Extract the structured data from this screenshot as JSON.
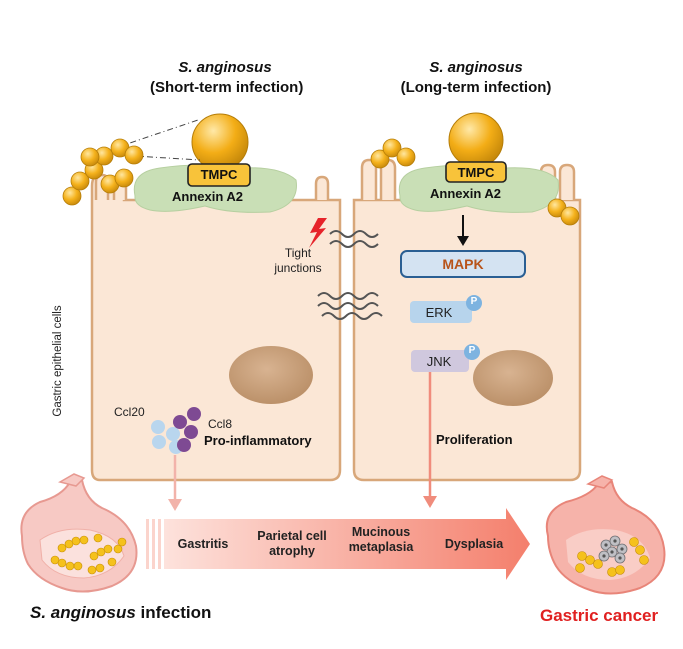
{
  "left_panel": {
    "title_species": "S. anginosus",
    "title_condition": "(Short-term infection)",
    "tmpc_label": "TMPC",
    "annexin_label": "Annexin A2",
    "chemokine_1": "Ccl20",
    "chemokine_2": "Ccl8",
    "effect_label": "Pro-inflammatory"
  },
  "right_panel": {
    "title_species": "S. anginosus",
    "title_condition": "(Long-term infection)",
    "tmpc_label": "TMPC",
    "annexin_label": "Annexin A2",
    "mapk_label": "MAPK",
    "erk_label": "ERK",
    "jnk_label": "JNK",
    "phospho_label": "P",
    "effect_label": "Proliferation"
  },
  "junction_label": "Tight junctions",
  "side_label": "Gastric epithelial cells",
  "progression": {
    "stages": [
      "Gastritis",
      "Parietal cell atrophy",
      "Mucinous metaplasia",
      "Dysplasia"
    ]
  },
  "bottom": {
    "infection_species": "S. anginosus",
    "infection_word": "infection",
    "outcome_label": "Gastric cancer"
  },
  "colors": {
    "cell_fill": "#fbe7d6",
    "cell_border": "#d8a77a",
    "bacteria": "#f5b21c",
    "annexin": "#c9dfb6",
    "nucleus": "#c9a078",
    "mapk_box": "#d4e3f2",
    "erk_box": "#b7d4ec",
    "jnk_box": "#d0c8de",
    "arrow_red": "#f08c7c",
    "cancer_text": "#e02020"
  }
}
